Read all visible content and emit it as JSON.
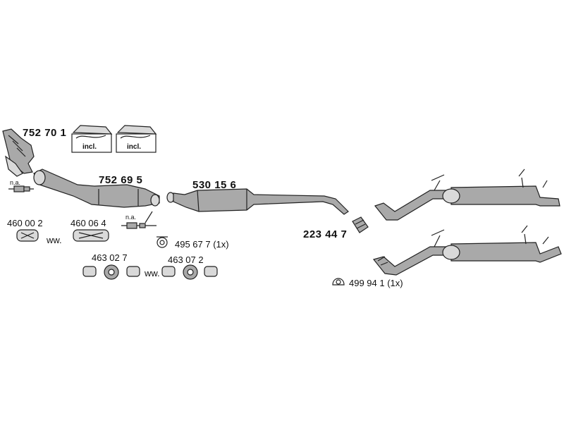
{
  "parts": {
    "manifold": "752 70 1",
    "catalyst": "752 69 5",
    "middle_silencer": "530 15 6",
    "connector": "223 44 7",
    "gasket_a": "460 00 2",
    "gasket_b": "460 06 4",
    "clamp_a": "463 02 7",
    "clamp_b": "463 07 2",
    "mounting_a": "495 67 7 (1x)",
    "mounting_b": "499 94 1 (1x)"
  },
  "notes": {
    "kit_included_1": "incl.",
    "kit_included_2": "incl.",
    "na_1": "n.a.",
    "na_2": "n.a.",
    "ww_1": "ww.",
    "ww_2": "ww."
  },
  "colors": {
    "part_fill": "#a9a9a9",
    "outline": "#222222",
    "background": "#ffffff"
  }
}
